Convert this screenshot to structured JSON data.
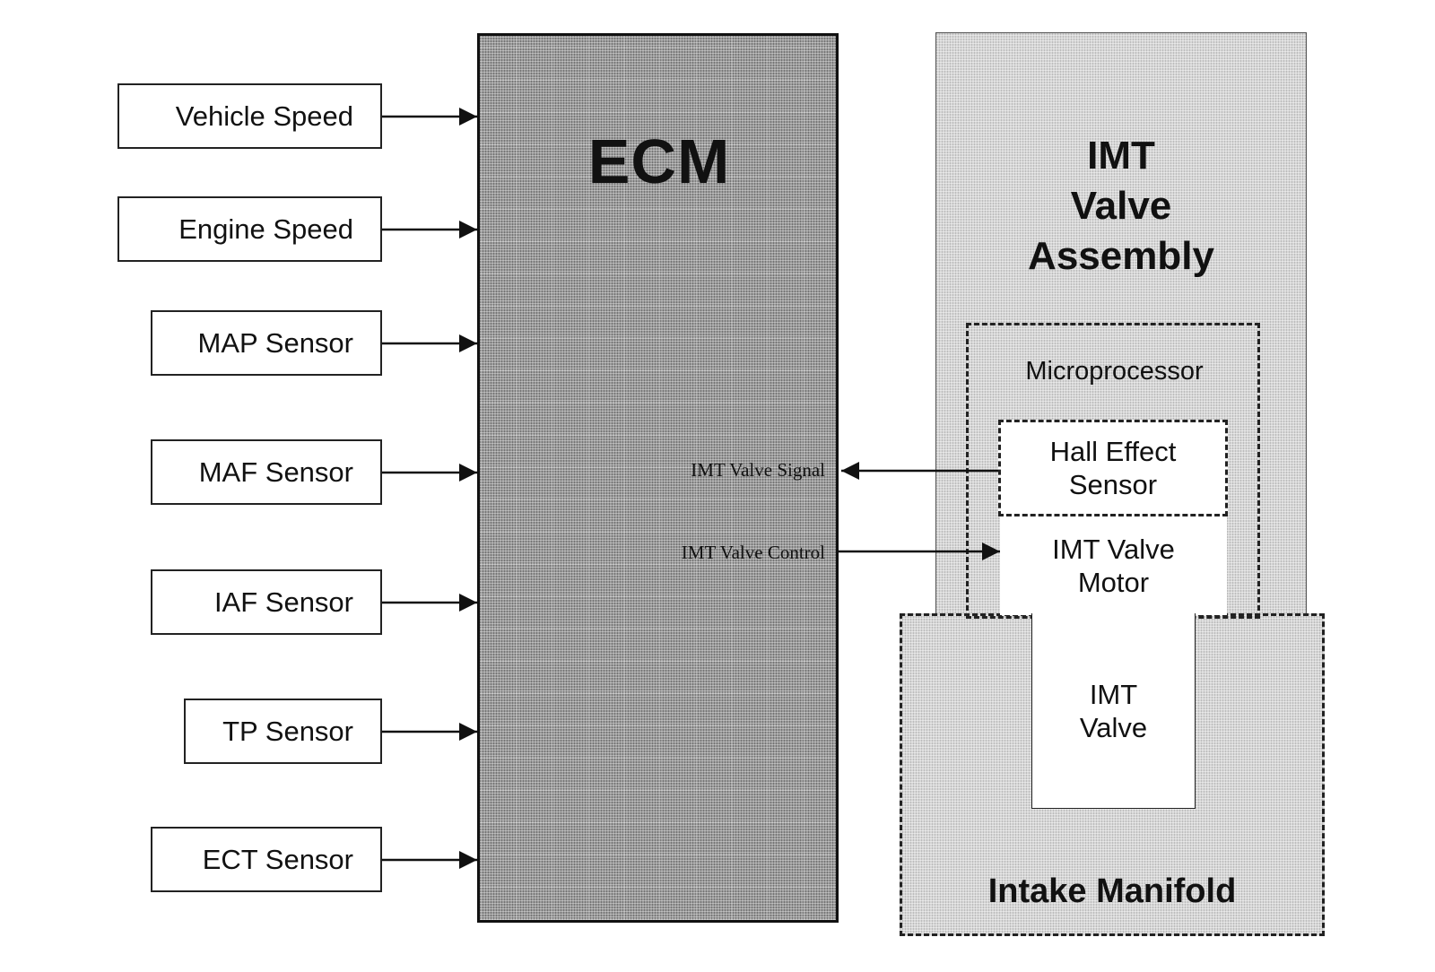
{
  "inputs": [
    {
      "label": "Vehicle Speed"
    },
    {
      "label": "Engine Speed"
    },
    {
      "label": "MAP Sensor"
    },
    {
      "label": "MAF Sensor"
    },
    {
      "label": "IAF Sensor"
    },
    {
      "label": "TP Sensor"
    },
    {
      "label": "ECT Sensor"
    }
  ],
  "ecm": {
    "title": "ECM",
    "signal_label": "IMT Valve Signal",
    "control_label": "IMT Valve Control"
  },
  "assembly": {
    "title_line1": "IMT",
    "title_line2": "Valve",
    "title_line3": "Assembly",
    "microprocessor": "Microprocessor",
    "hall_line1": "Hall Effect",
    "hall_line2": "Sensor",
    "motor_line1": "IMT Valve",
    "motor_line2": "Motor"
  },
  "manifold": {
    "label": "Intake Manifold",
    "valve_line1": "IMT",
    "valve_line2": "Valve"
  }
}
